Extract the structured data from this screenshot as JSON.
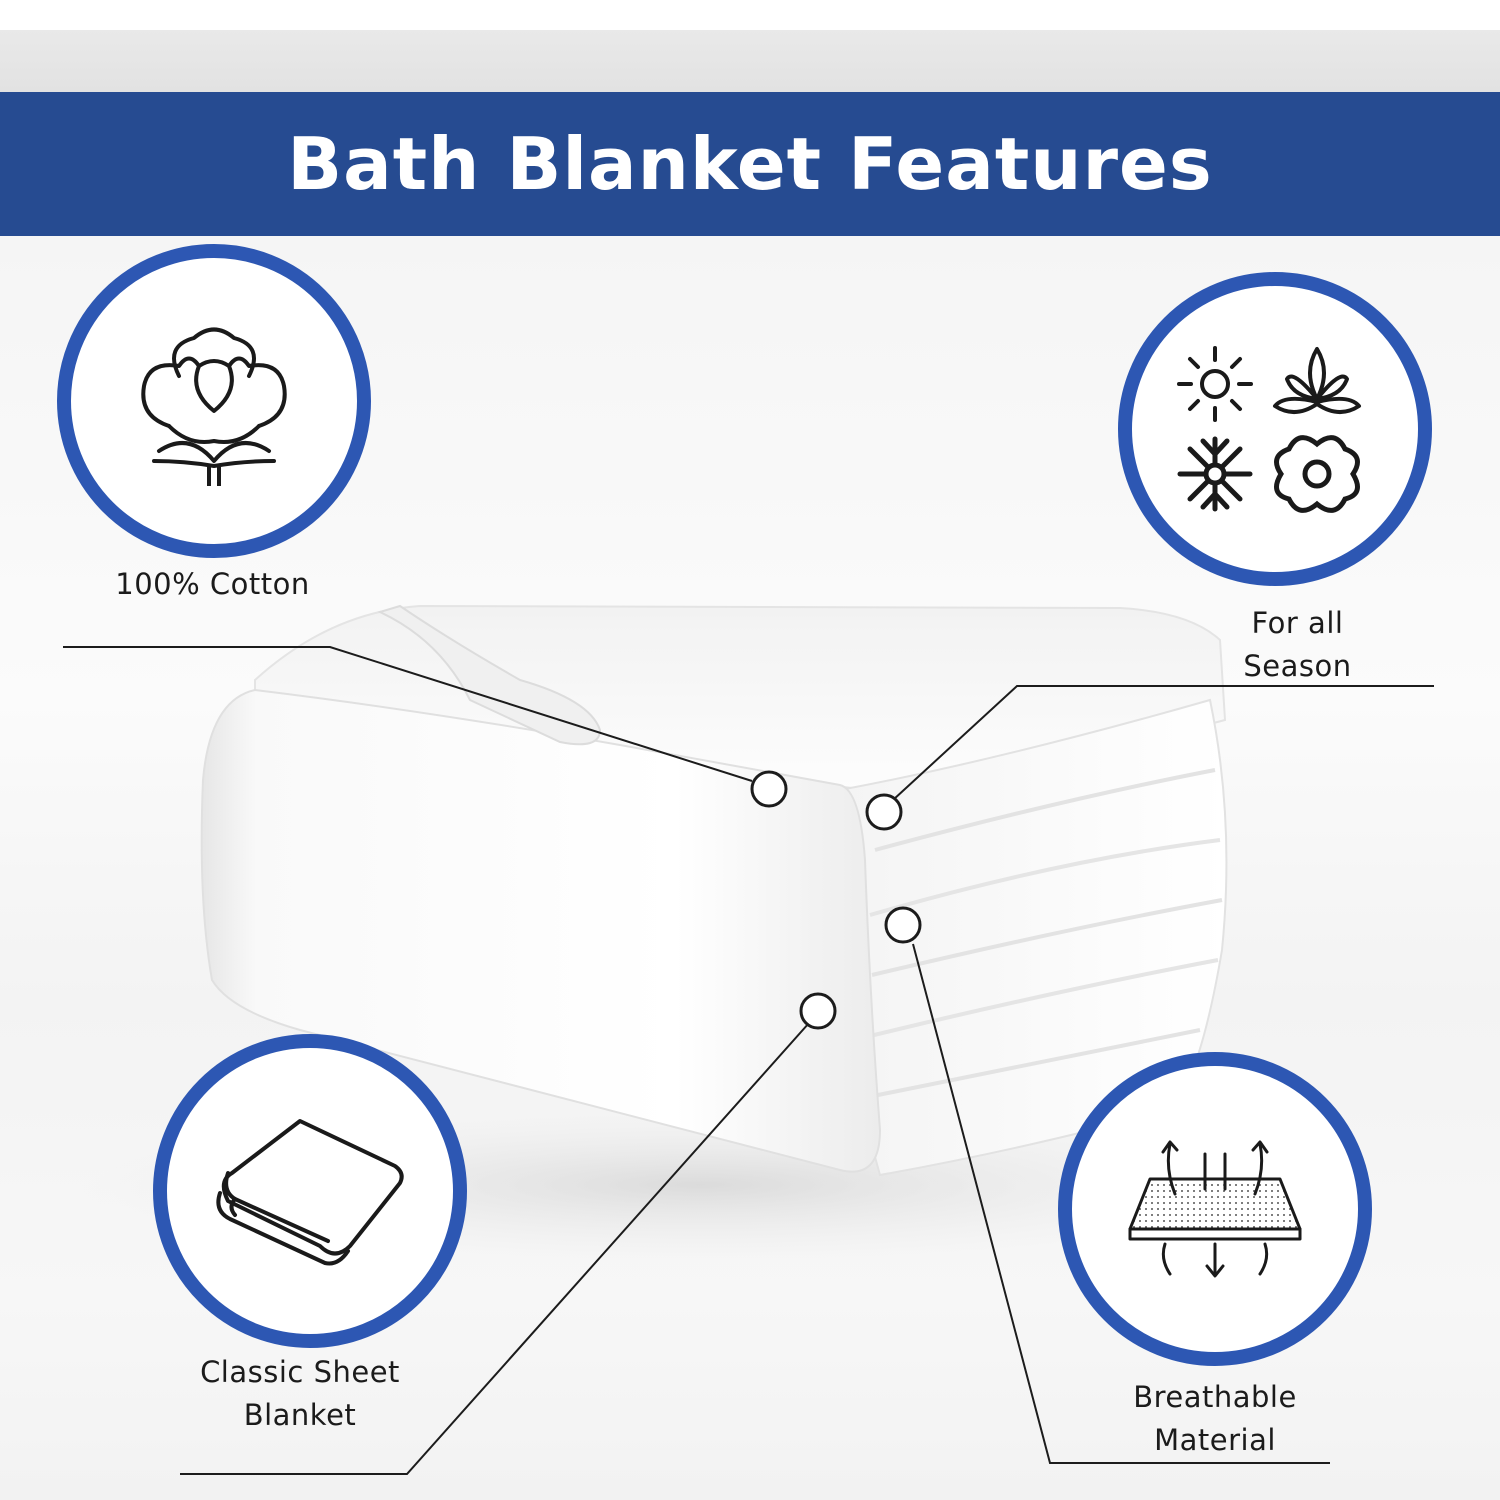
{
  "banner": {
    "title": "Bath Blanket Features",
    "background_color": "#264b91",
    "text_color": "#ffffff"
  },
  "accent_color": "#2d57b3",
  "features": {
    "cotton": {
      "label": "100% Cotton",
      "icon": "cotton-boll-icon"
    },
    "all_season": {
      "label_line1": "For all",
      "label_line2": "Season",
      "icons": [
        "sun-icon",
        "leaf-icon",
        "snowflake-icon",
        "flower-icon"
      ]
    },
    "classic_sheet": {
      "label_line1": "Classic Sheet",
      "label_line2": "Blanket",
      "icon": "folded-blanket-icon"
    },
    "breathable": {
      "label_line1": "Breathable",
      "label_line2": "Material",
      "icon": "breathable-fabric-icon"
    }
  },
  "product": {
    "image": "folded-white-blanket"
  }
}
